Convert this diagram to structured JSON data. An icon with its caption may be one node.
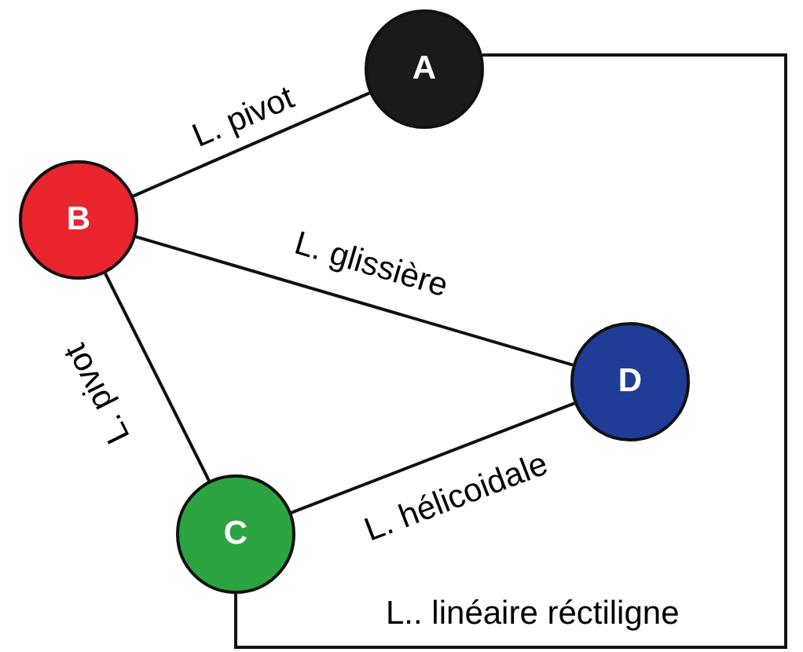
{
  "diagram": {
    "nodes": [
      {
        "text": [
          "A"
        ]
      },
      {
        "text": [
          "B"
        ]
      },
      {
        "text": [
          "D"
        ]
      },
      {
        "text": [
          "C"
        ]
      }
    ],
    "edges": [
      {
        "from": 1,
        "to": 0,
        "arrow": "none",
        "label": "L. pivot"
      },
      {
        "from": 1,
        "to": 2,
        "arrow": "none",
        "label": "L. glissière"
      },
      {
        "from": 1,
        "to": 3,
        "arrow": "none",
        "label": "L. pivot"
      },
      {
        "from": 3,
        "to": 2,
        "arrow": "none",
        "label": "L. hélicoidale"
      },
      {
        "from": 0,
        "to": 3,
        "arrow": "none",
        "label": "L.. linéaire réctiligne"
      }
    ]
  }
}
